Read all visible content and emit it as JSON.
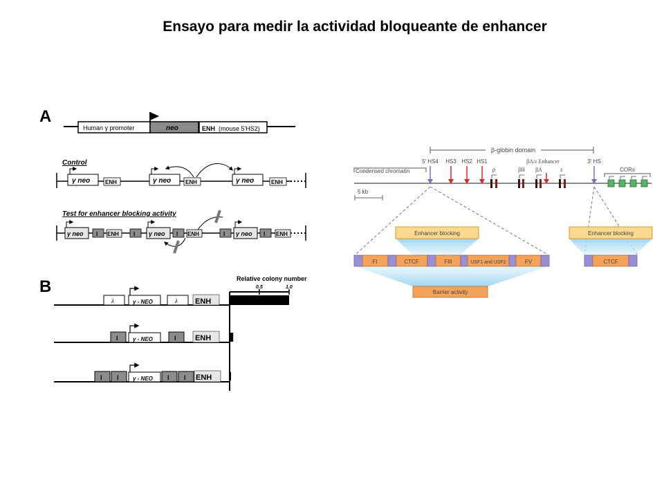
{
  "slide": {
    "title": "Ensayo para medir la actividad bloqueante de enhancer"
  },
  "panel_a": {
    "label": "A",
    "construct": {
      "promoter_label": "Human  γ  promoter",
      "gene_label": "neo",
      "enh_label": "ENH",
      "enh_note": "(mouse 5'HS2)"
    },
    "control_label": "Control",
    "test_label": "Test for enhancer blocking activity",
    "gene_short": "γ neo",
    "enh": "ENH",
    "insulator": "I"
  },
  "panel_b": {
    "label": "B",
    "axis_title": "Relative colony number",
    "ticks": [
      "0.5",
      "1.0"
    ],
    "lambda": "λ",
    "gene": "γ - NEO",
    "enh": "ENH",
    "insulator": "I",
    "chart_data": {
      "type": "bar",
      "categories": [
        "λ γ-NEO λ ENH",
        "I γ-NEO I ENH",
        "I I γ-NEO I I ENH"
      ],
      "values": [
        1.0,
        0.06,
        0.02
      ],
      "xlabel": "Relative colony number",
      "xlim": [
        0,
        1.0
      ]
    }
  },
  "globin": {
    "domain_label": "β-globin domain",
    "condensed_label": "Condensed chromatin",
    "scale_label": "5 kb",
    "hs_labels": [
      "5' HS4",
      "HS3",
      "HS2",
      "HS1",
      "3' HS"
    ],
    "gene_labels": [
      "ρ",
      "βH",
      "βA/ε Enhancer",
      "βA",
      "ε"
    ],
    "cors_label": "CORs",
    "enhancer_blocking": "Enhancer blocking",
    "left_elements": [
      "FI",
      "CTCF",
      "FIII",
      "USF1 and USF2",
      "FV"
    ],
    "right_elements": [
      "CTCF"
    ],
    "barrier": "Barrier activity"
  }
}
